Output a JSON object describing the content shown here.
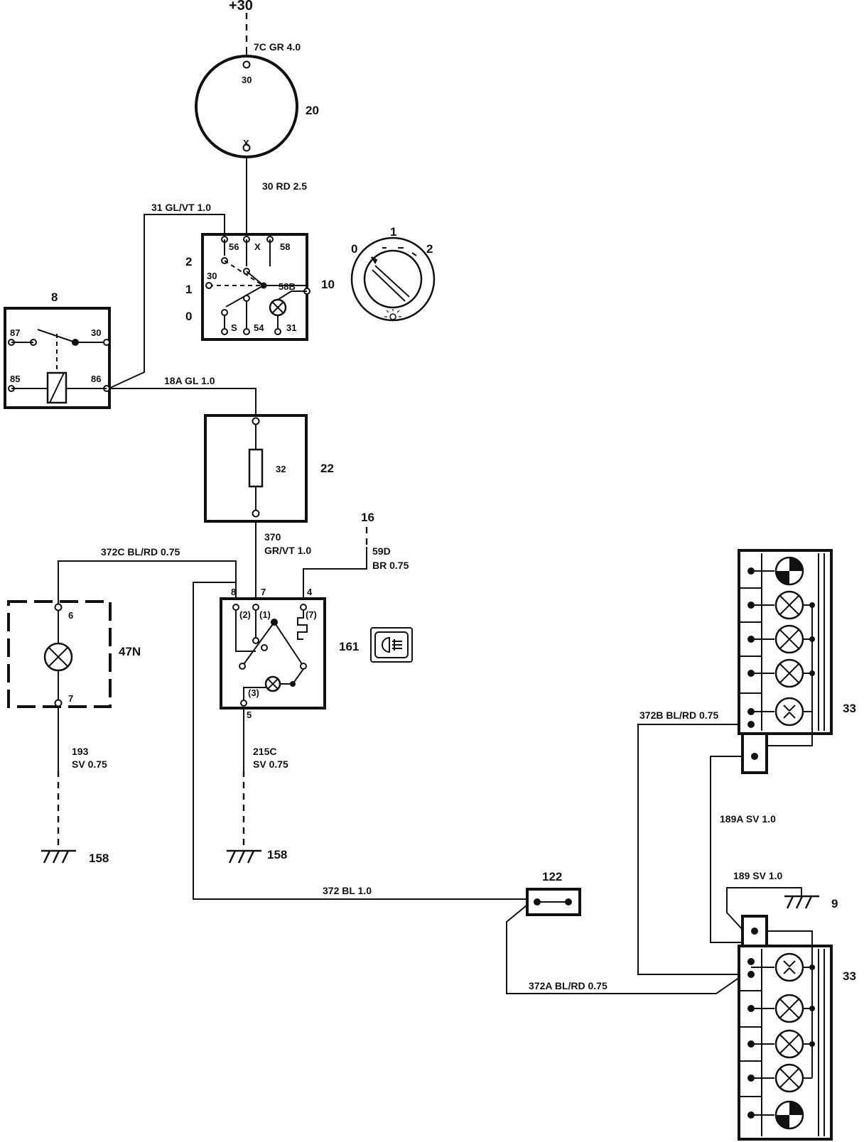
{
  "supply": "+30",
  "components": {
    "ignition_switch": {
      "ref": "20",
      "pin_in": "30",
      "pin_out": "X"
    },
    "light_switch": {
      "ref": "10",
      "positions": [
        "2",
        "1",
        "0"
      ],
      "pins": [
        "56",
        "X",
        "58",
        "30",
        "58B",
        "S",
        "54",
        "31"
      ]
    },
    "switch_symbol": {
      "positions": [
        "0",
        "1",
        "2"
      ]
    },
    "relay": {
      "ref": "8",
      "pins": [
        "87",
        "30",
        "85",
        "86"
      ]
    },
    "fuse_box": {
      "ref": "22",
      "fuse": "32"
    },
    "rear_fog_switch": {
      "ref": "161",
      "pins": [
        "8",
        "7",
        "4",
        "5"
      ],
      "inner_pins": [
        "(2)",
        "(1)",
        "(7)",
        "(3)"
      ]
    },
    "indicator_lamp": {
      "ref": "47N",
      "pins": [
        "6",
        "7"
      ]
    },
    "connector": {
      "ref": "122"
    },
    "rear_lamp_upper": {
      "ref": "33"
    },
    "rear_lamp_lower": {
      "ref": "33"
    },
    "ground_ref_16": {
      "ref": "16"
    },
    "ground_left": {
      "ref": "158"
    },
    "ground_mid": {
      "ref": "158"
    },
    "ground_right": {
      "ref": "9"
    }
  },
  "wires": {
    "w7c": "7C GR 4.0",
    "w30": "30 RD 2.5",
    "w31": "31 GL/VT 1.0",
    "w18a": "18A GL 1.0",
    "w370_a": "370",
    "w370_b": "GR/VT 1.0",
    "w59d_a": "59D",
    "w59d_b": "BR 0.75",
    "w372c": "372C BL/RD 0.75",
    "w193_a": "193",
    "w193_b": "SV 0.75",
    "w215c_a": "215C",
    "w215c_b": "SV 0.75",
    "w372": "372 BL 1.0",
    "w372a": "372A BL/RD 0.75",
    "w372b": "372B BL/RD 0.75",
    "w189a": "189A SV 1.0",
    "w189": "189 SV 1.0"
  },
  "icons": {
    "rear_fog": "rear-fog-lamp-symbol",
    "rotary": "rotary-light-switch",
    "lamp": "lamp-cross-circle",
    "ground": "ground-symbol"
  }
}
